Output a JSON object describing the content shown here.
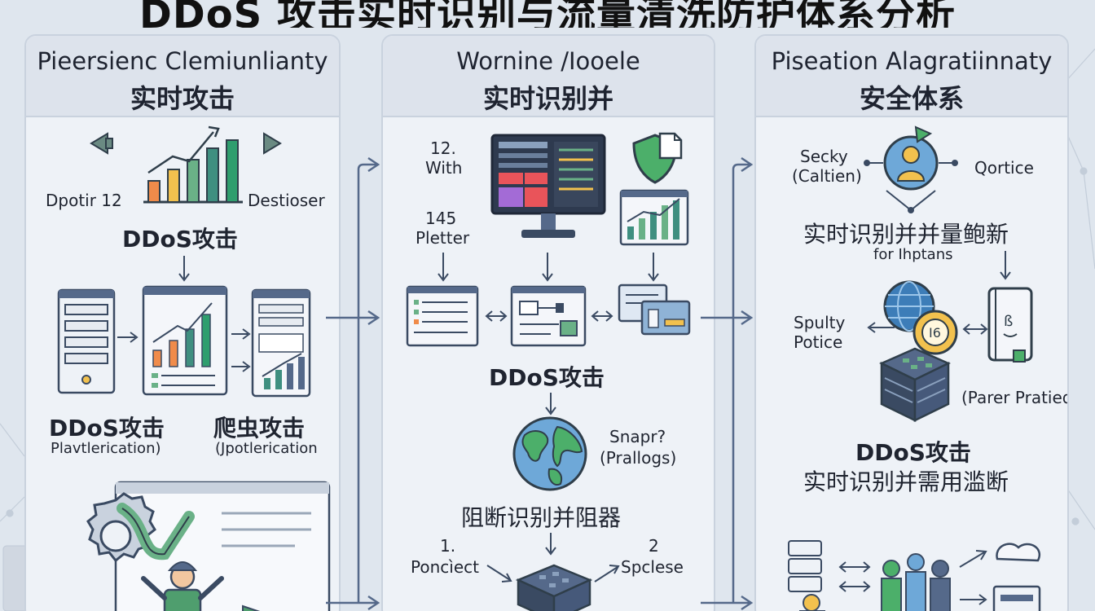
{
  "title": "DDoS 攻击实时识别与流量清洗防护体系分析",
  "panels": [
    {
      "id": "p1",
      "title_en": "Piee​rsienc Clemiunliant​y",
      "title_zh": "实时攻击",
      "labels": {
        "left": "Dpotir 12",
        "right": "Destioser",
        "attack": "DDoS攻击",
        "attack2": "DDoS攻击",
        "sub2": "Plavtlerication)",
        "crawler": "爬虫攻击",
        "sub3": "(Jpotlerication"
      }
    },
    {
      "id": "p2",
      "title_en": "Wornine /Iooele",
      "title_zh": "实时识别并",
      "labels": {
        "n1": "12.",
        "n1b": "With",
        "n2": "145",
        "n2b": "Pletter",
        "attack": "DDoS攻击",
        "snap": "Snapr?",
        "snap2": "(Prallogs)",
        "block": "阻断识别并阻器",
        "s1": "1.",
        "s1b": "Poncìect",
        "s2": "2",
        "s2b": "Spclese"
      }
    },
    {
      "id": "p3",
      "title_en": "Piseation Alagratiinnaty",
      "title_zh": "安全体系",
      "labels": {
        "secky": "Secky",
        "caltien": "(Caltien)",
        "qortice": "Qortice",
        "rt1": "实时识别并并量鲍新",
        "fori": "for Ihptans",
        "spulty": "Spulty",
        "potice": "Potice",
        "parer": "(Parer Pratied",
        "attack": "DDoS攻击",
        "rt2": "实时识别并需用滥断"
      }
    }
  ]
}
